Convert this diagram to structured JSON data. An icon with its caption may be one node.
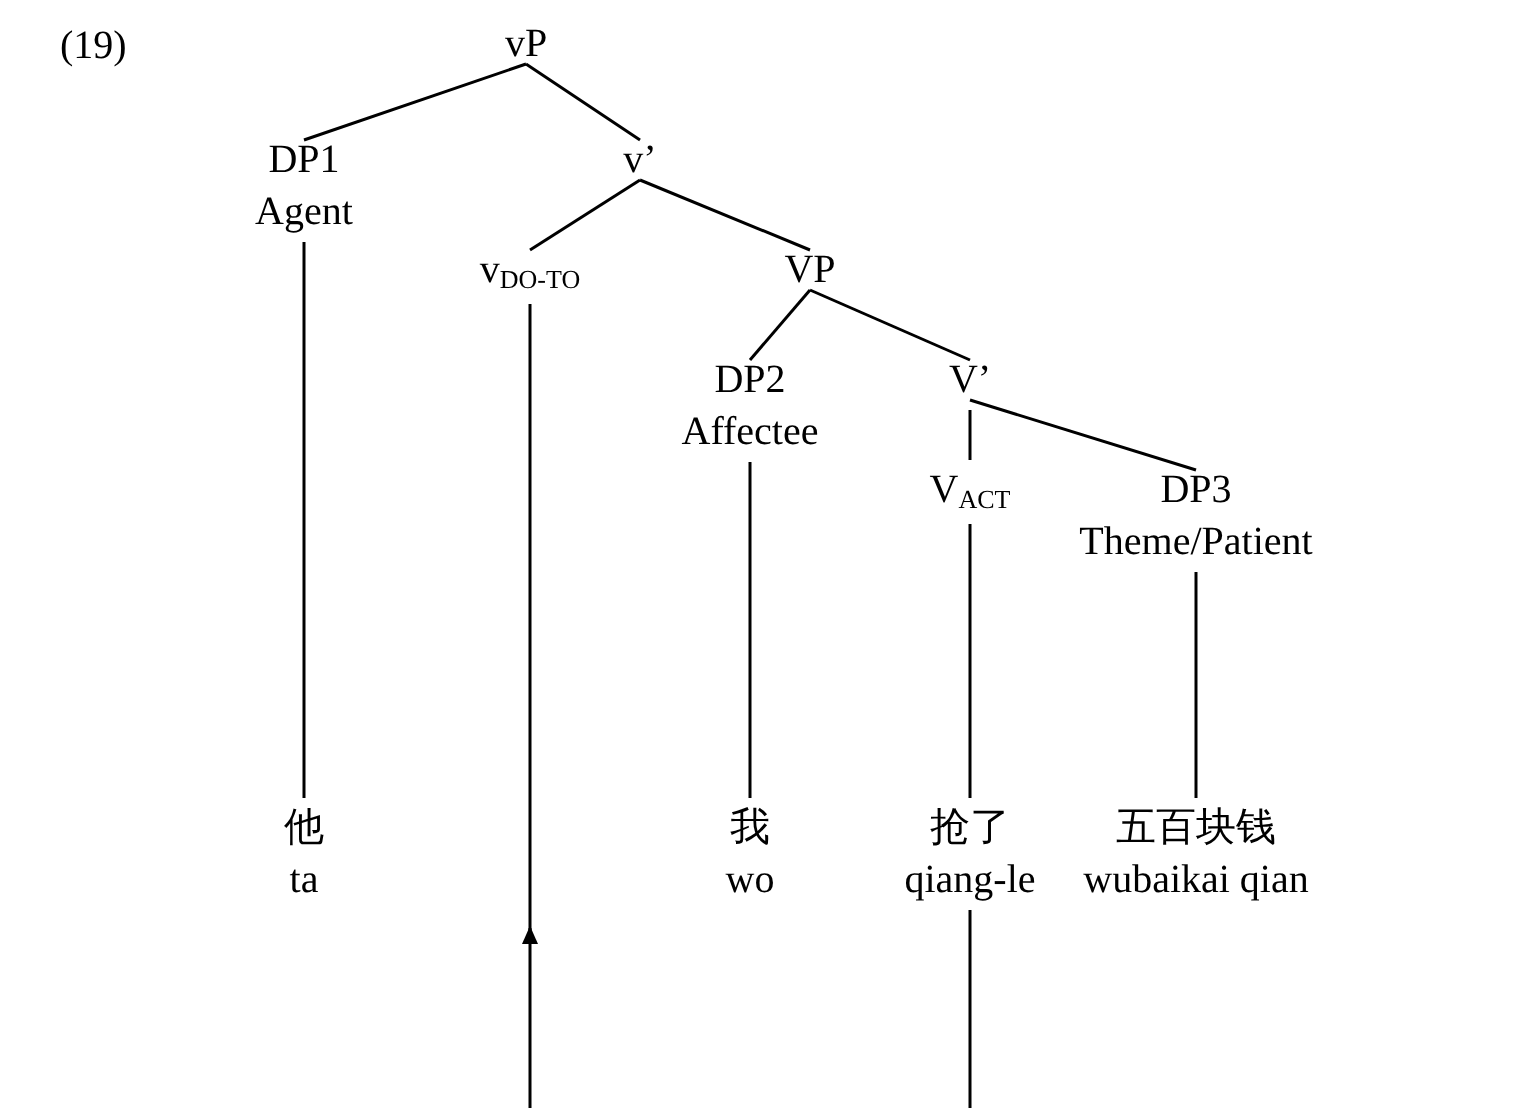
{
  "diagram": {
    "nodes": [
      {
        "text": [
          "vP"
        ]
      },
      {
        "text": [
          "DP1",
          "Agent"
        ]
      },
      {
        "text": [
          "v’"
        ]
      },
      {
        "text": [
          "v$_{DO-TO}$"
        ]
      },
      {
        "text": [
          "VP"
        ]
      },
      {
        "text": [
          "DP2",
          "Affectee"
        ]
      },
      {
        "text": [
          "V’"
        ]
      },
      {
        "text": [
          "V$_{ACT}$"
        ]
      },
      {
        "text": [
          "DP3",
          "Theme/Patient"
        ]
      },
      {
        "text": [
          "他",
          "ta"
        ]
      },
      {
        "text": [
          "我",
          "wo"
        ]
      },
      {
        "text": [
          "抢了",
          "qiang-le"
        ]
      },
      {
        "text": [
          "五百块钱",
          "wubaikai qian"
        ]
      }
    ],
    "edges": [
      {
        "from": 0,
        "to": 1,
        "arrow": "none"
      },
      {
        "from": 0,
        "to": 2,
        "arrow": "none"
      },
      {
        "from": 2,
        "to": 3,
        "arrow": "none"
      },
      {
        "from": 2,
        "to": 4,
        "arrow": "none"
      },
      {
        "from": 4,
        "to": 5,
        "arrow": "none"
      },
      {
        "from": 4,
        "to": 6,
        "arrow": "none"
      },
      {
        "from": 6,
        "to": 7,
        "arrow": "none"
      },
      {
        "from": 6,
        "to": 8,
        "arrow": "none"
      },
      {
        "from": 1,
        "to": 9,
        "arrow": "none"
      },
      {
        "from": 3,
        "to": null,
        "arrow": "none"
      },
      {
        "from": 5,
        "to": 10,
        "arrow": "none"
      },
      {
        "from": 7,
        "to": 11,
        "arrow": "none"
      },
      {
        "from": 8,
        "to": 12,
        "arrow": "none"
      },
      {
        "from": 11,
        "to": null,
        "arrow": "to"
      }
    ],
    "labels": [
      "(19)"
    ]
  }
}
